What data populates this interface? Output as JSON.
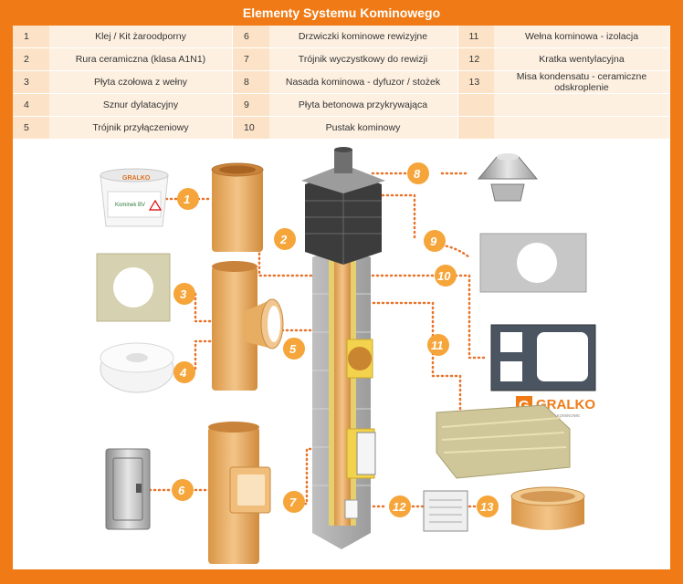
{
  "title": "Elementy Systemu Kominowego",
  "legend": [
    {
      "n": "1",
      "label": "Klej / Kit żaroodporny"
    },
    {
      "n": "2",
      "label": "Rura ceramiczna (klasa A1N1)"
    },
    {
      "n": "3",
      "label": "Płyta czołowa z wełny"
    },
    {
      "n": "4",
      "label": "Sznur dylatacyjny"
    },
    {
      "n": "5",
      "label": "Trójnik przyłączeniowy"
    },
    {
      "n": "6",
      "label": "Drzwiczki kominowe rewizyjne"
    },
    {
      "n": "7",
      "label": "Trójnik wyczystkowy do rewizji"
    },
    {
      "n": "8",
      "label": "Nasada kominowa  - dyfuzor / stożek"
    },
    {
      "n": "9",
      "label": "Płyta betonowa przykrywająca"
    },
    {
      "n": "10",
      "label": "Pustak kominowy"
    },
    {
      "n": "11",
      "label": "Wełna kominowa - izolacja"
    },
    {
      "n": "12",
      "label": "Kratka wentylacyjna"
    },
    {
      "n": "13",
      "label": "Misa kondensatu - ceramiczne odskroplenie"
    }
  ],
  "brand": {
    "logo_letter": "G",
    "name": "GRALKO",
    "tagline": "SYSTEMY KOMINOWE"
  },
  "product_text": {
    "bucket_brand": "GRALKO",
    "bucket_label": "Kominek BV"
  },
  "colors": {
    "frame": "#f07b16",
    "badge": "#f5a53a",
    "connector": "#e8732a",
    "ceramic": "#e9b36b"
  }
}
